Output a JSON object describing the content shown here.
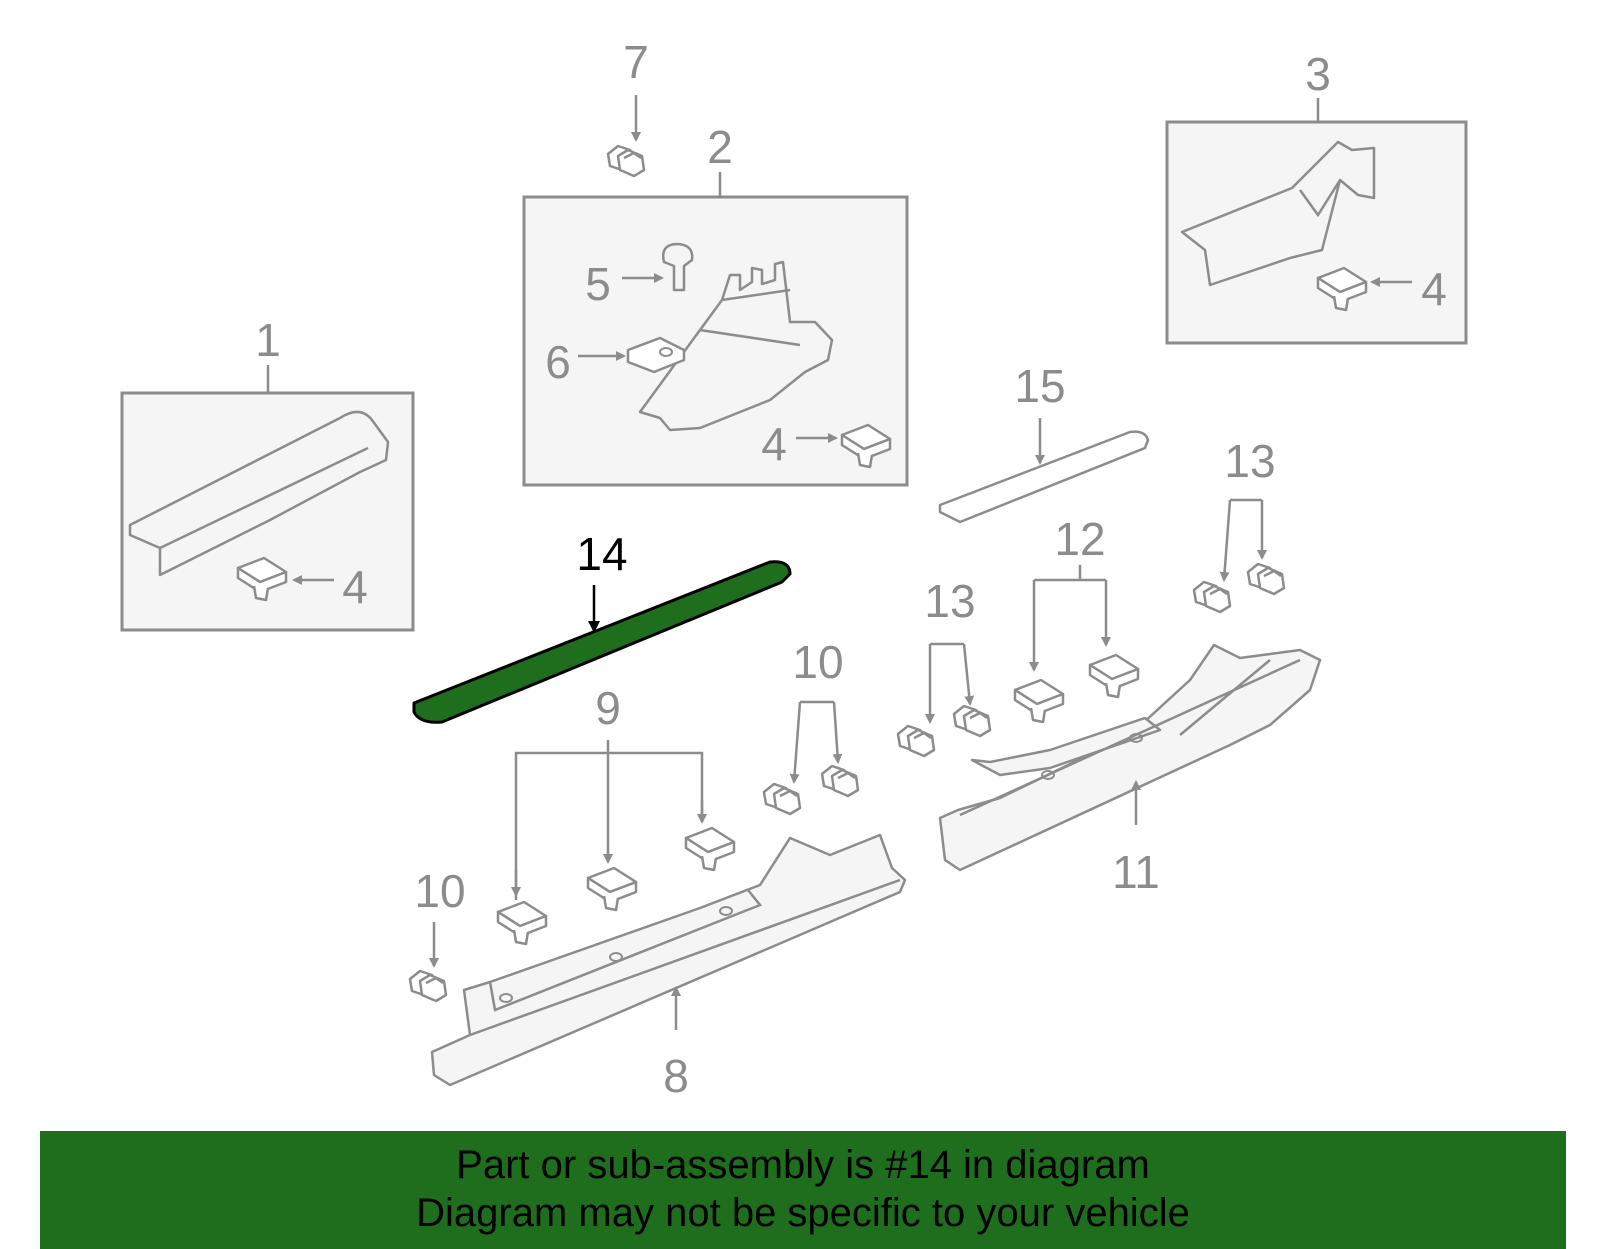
{
  "callouts": {
    "c1": "1",
    "c2": "2",
    "c3": "3",
    "c4a": "4",
    "c4b": "4",
    "c4c": "4",
    "c5": "5",
    "c6": "6",
    "c7": "7",
    "c8": "8",
    "c9": "9",
    "c10a": "10",
    "c10b": "10",
    "c11": "11",
    "c12": "12",
    "c13a": "13",
    "c13b": "13",
    "c14": "14",
    "c15": "15"
  },
  "highlight": {
    "part": "14",
    "color": "#1e6e1e"
  },
  "banner": {
    "line1": "Part or sub-assembly is #14 in diagram",
    "line2": "Diagram may not be specific to your vehicle"
  }
}
